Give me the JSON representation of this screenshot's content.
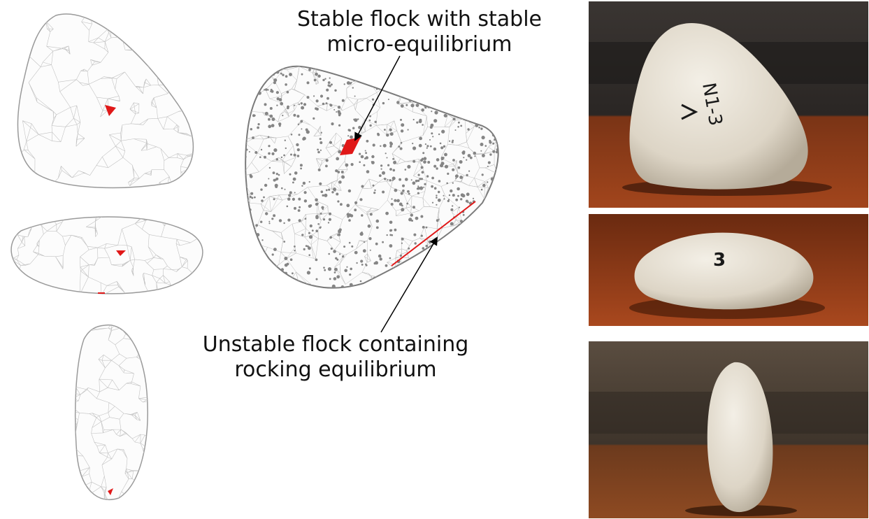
{
  "annotations": {
    "stable_line1": "Stable flock with stable",
    "stable_line2": "micro-equilibrium",
    "unstable_line1": "Unstable flock containing",
    "unstable_line2": "rocking equilibrium"
  },
  "photo_labels": {
    "top": "N1-3",
    "middle": "3"
  },
  "colors": {
    "mesh": "#b8b8b8",
    "vertex": "#8a8a8a",
    "equilibrium": "#e01818",
    "arrow": "#000000",
    "stone": "#e9e3d6",
    "table": "#6e2c12"
  }
}
